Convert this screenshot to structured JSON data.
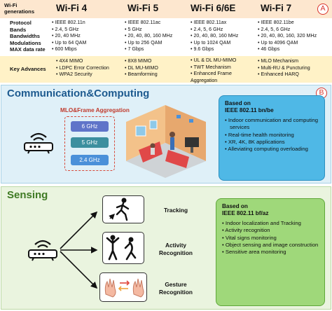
{
  "table": {
    "generations_label": "Wi-Fi generations",
    "columns": [
      {
        "name": "Wi-Fi 4",
        "specs": [
          "IEEE 802.11n",
          "2.4, 5 GHz",
          "20, 40 MHz",
          "Up to 64 QAM",
          "600 Mbps"
        ],
        "advances": [
          "4X4 MIMO",
          "LDPC Error Correction",
          "WPA2 Security"
        ]
      },
      {
        "name": "Wi-Fi 5",
        "specs": [
          "IEEE 802.11ac",
          "5 GHz",
          "20, 40, 80, 160 MHz",
          "Up to 256 QAM",
          "7 Gbps"
        ],
        "advances": [
          "8X8 MIMO",
          "DL MU-MIMO",
          "Beamforming"
        ]
      },
      {
        "name": "Wi-Fi 6/6E",
        "specs": [
          "IEEE 802.11ax",
          "2.4, 5, 6 GHz",
          "20, 40, 80, 160 MHz",
          "Up to 1024 QAM",
          "9.6 Gbps"
        ],
        "advances": [
          "UL & DL MU-MIMO",
          "TWT Mechanism",
          "Enhanced Frame Aggregation"
        ]
      },
      {
        "name": "Wi-Fi 7",
        "specs": [
          "IEEE 802.11be",
          "2.4, 5, 6 GHz",
          "20, 40, 80, 160, 320 MHz",
          "Up to 4096 QAM",
          "46 Gbps"
        ],
        "advances": [
          "MLO Mechanism",
          "Multi-RU & Puncturing",
          "Enhanced HARQ"
        ]
      }
    ],
    "spec_labels": [
      "Protocol",
      "Bands",
      "Bandwidths",
      "Modulations",
      "MAX data rate"
    ],
    "advances_label": "Key Advances",
    "badge": "A"
  },
  "communication": {
    "title": "Communication&Computing",
    "badge": "B",
    "mlo_label": "MLO&Frame Aggregation",
    "bands": [
      "6 GHz",
      "5 GHz",
      "2.4 GHz"
    ],
    "band_colors": [
      "#5f74c9",
      "#3c8f9f",
      "#4a90d9"
    ],
    "info_based": "Based on",
    "info_std": "IEEE 802.11 bn/be",
    "info_items": [
      "Indoor communication and computing services",
      "Real-time health monitoring",
      "XR, 4K, 8K applications",
      "Alleviating computing overloading"
    ]
  },
  "sensing": {
    "title": "Sensing",
    "labels": [
      "Tracking",
      "Activity Recognition",
      "Gesture Recognition"
    ],
    "info_based": "Based on",
    "info_std": "IEEE 802.11 bf/az",
    "info_items": [
      "Indoor localization and Tracking",
      "Activity recognition",
      "Vital signs monitoring",
      "Object sensing and image construction",
      "Sensitive area monitoring"
    ]
  }
}
